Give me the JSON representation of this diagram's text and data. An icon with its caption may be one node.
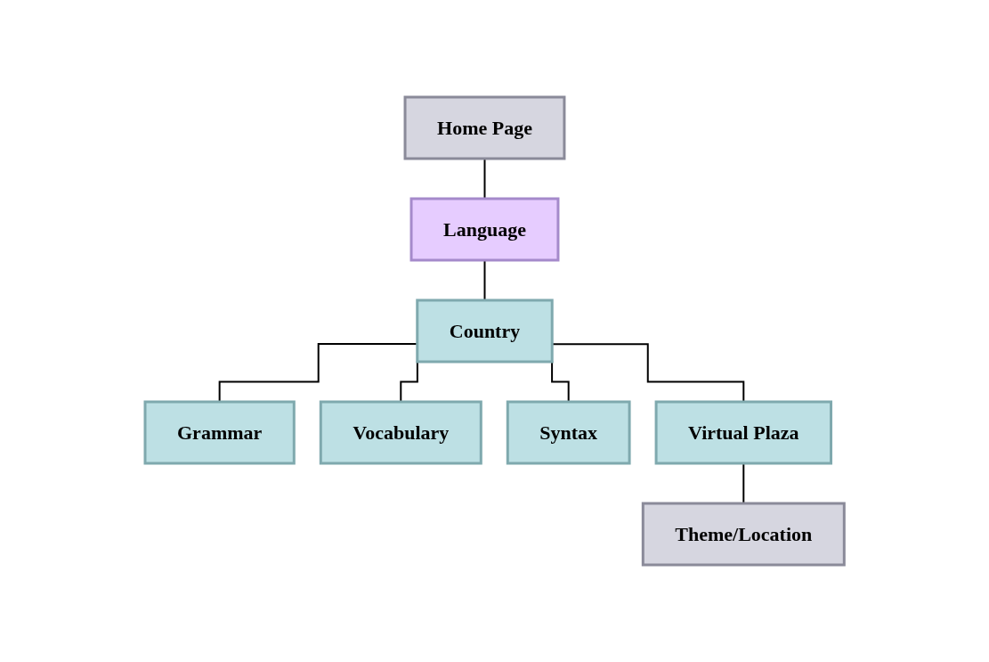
{
  "diagram": {
    "nodes": [
      {
        "text": [
          "Home Page"
        ]
      },
      {
        "text": [
          "Language"
        ]
      },
      {
        "text": [
          "Country"
        ]
      },
      {
        "text": [
          "Grammar"
        ]
      },
      {
        "text": [
          "Vocabulary"
        ]
      },
      {
        "text": [
          "Syntax"
        ]
      },
      {
        "text": [
          "Virtual Plaza"
        ]
      },
      {
        "text": [
          "Theme/Location"
        ]
      }
    ],
    "edges": [
      {
        "from": 0,
        "to": 1,
        "arrow": "none"
      },
      {
        "from": 1,
        "to": 2,
        "arrow": "none"
      },
      {
        "from": 2,
        "to": 3,
        "arrow": "none"
      },
      {
        "from": 2,
        "to": 4,
        "arrow": "none"
      },
      {
        "from": 2,
        "to": 5,
        "arrow": "none"
      },
      {
        "from": 2,
        "to": 6,
        "arrow": "none"
      },
      {
        "from": 6,
        "to": 7,
        "arrow": "none"
      }
    ]
  }
}
